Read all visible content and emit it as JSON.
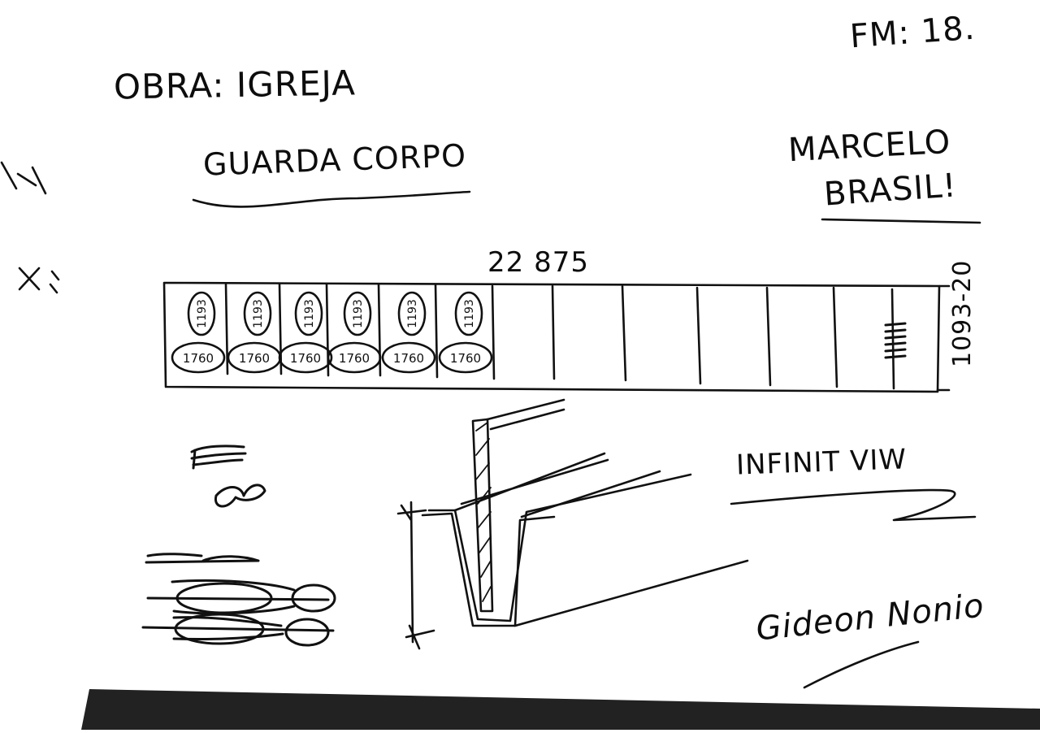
{
  "title": "OBRA: IGREJA",
  "subtitle": "GUARDA CORPO",
  "reference": "FM: 18.",
  "client": {
    "line1": "MARCELO",
    "line2": "BRASIL!"
  },
  "plan": {
    "total_width": "22 875",
    "height": "1093-20",
    "panels": [
      {
        "top": "1193",
        "bottom": "1760"
      },
      {
        "top": "1193",
        "bottom": "1760"
      },
      {
        "top": "1193",
        "bottom": "1760"
      },
      {
        "top": "1193",
        "bottom": "1760"
      },
      {
        "top": "1193",
        "bottom": "1760"
      },
      {
        "top": "1193",
        "bottom": "1760"
      }
    ]
  },
  "detail_label": "INFINIT VIW",
  "signature": "Gideon Nonio"
}
